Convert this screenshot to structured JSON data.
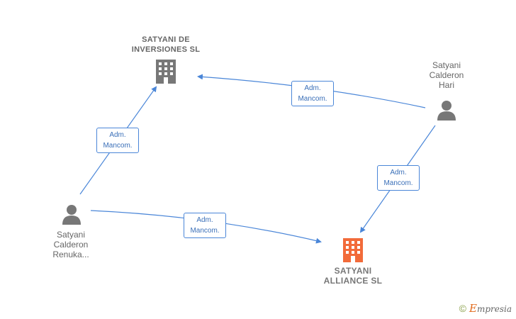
{
  "nodes": {
    "company_top": {
      "label": "SATYANI DE\nINVERSIONES SL",
      "color": "#777777"
    },
    "company_main": {
      "label": "SATYANI\nALLIANCE  SL",
      "color": "#f26b3a"
    },
    "person_hari": {
      "label": "Satyani\nCalderon\nHari",
      "color": "#777777"
    },
    "person_renuka": {
      "label": "Satyani\nCalderon\nRenuka...",
      "color": "#777777"
    }
  },
  "edges": [
    {
      "line1": "Adm.",
      "line2": "Mancom."
    },
    {
      "line1": "Adm.",
      "line2": "Mancom."
    },
    {
      "line1": "Adm.",
      "line2": "Mancom."
    },
    {
      "line1": "Adm.",
      "line2": "Mancom."
    }
  ],
  "colors": {
    "edge": "#4a86d8"
  },
  "footer": {
    "copyright": "©",
    "brand_initial": "E",
    "brand_rest": "mpresia"
  }
}
